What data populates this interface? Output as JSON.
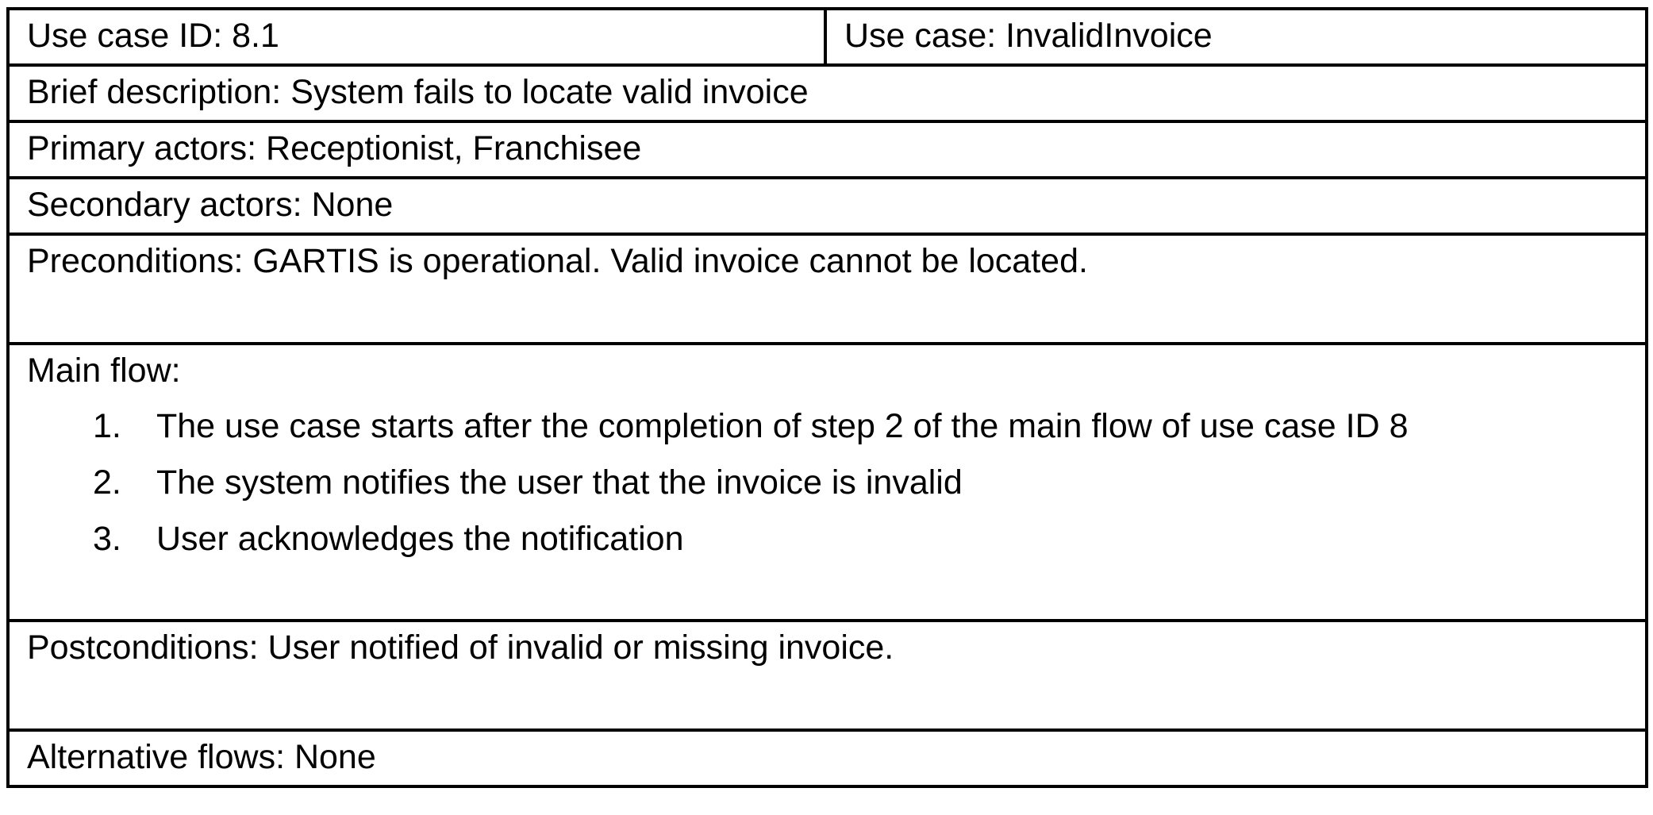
{
  "use_case": {
    "id_label": "Use case ID: 8.1",
    "name_label": "Use case: InvalidInvoice",
    "brief_description": "Brief description: System fails to locate valid invoice",
    "primary_actors": "Primary actors: Receptionist, Franchisee",
    "secondary_actors": "Secondary actors: None",
    "preconditions": "Preconditions: GARTIS is operational. Valid invoice cannot be located.",
    "main_flow": {
      "heading": "Main flow:",
      "steps": [
        {
          "number": "1.",
          "text": "The use case starts after the completion of step 2 of the main flow of use case ID 8"
        },
        {
          "number": "2.",
          "text": "The system notifies the user that the invoice is invalid"
        },
        {
          "number": "3.",
          "text": "User acknowledges the notification"
        }
      ]
    },
    "postconditions": "Postconditions: User notified of invalid or missing invoice.",
    "alternative_flows": "Alternative flows: None"
  }
}
